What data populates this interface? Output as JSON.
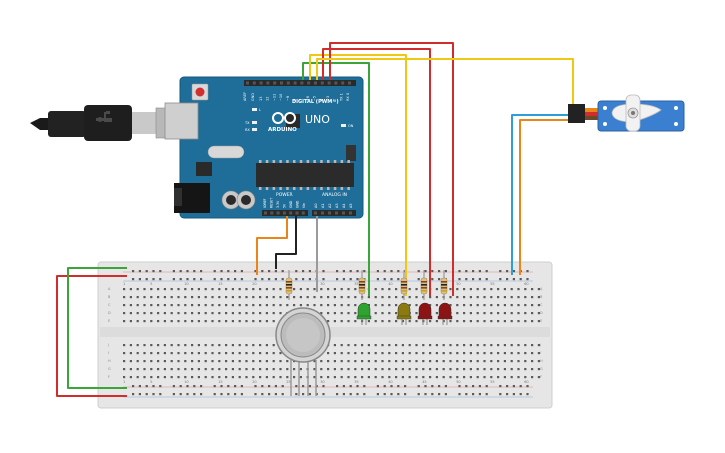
{
  "arduino": {
    "logo_text": "ARDUINO",
    "model_text": "UNO",
    "digital_label": "DIGITAL (PWM~)",
    "power_label": "POWER",
    "analog_label": "ANALOG IN",
    "on_label": "ON",
    "led_l_label": "L",
    "tx_label": "TX",
    "rx_label": "RX",
    "aref_label": "AREF",
    "gnd_label": "GND",
    "digital_pins": [
      "13",
      "12",
      "~11",
      "~10",
      "~9",
      "8",
      "7",
      "~6",
      "~5",
      "4",
      "~3",
      "2",
      "TX 1",
      "RX 0"
    ],
    "power_pins": [
      "IOREF",
      "RESET",
      "3.3V",
      "5V",
      "GND",
      "GND",
      "Vin"
    ],
    "analog_pins": [
      "A0",
      "A1",
      "A2",
      "A3",
      "A4",
      "A5"
    ]
  },
  "breadboard": {
    "column_numbers": [
      "1",
      "5",
      "10",
      "15",
      "20",
      "25",
      "30",
      "35",
      "40",
      "45",
      "50",
      "55",
      "60"
    ],
    "rows_top": [
      "A",
      "B",
      "C",
      "D",
      "E"
    ],
    "rows_bottom": [
      "F",
      "G",
      "H",
      "I",
      "J"
    ]
  },
  "components": {
    "leds": [
      {
        "name": "green",
        "color": "#2fa32f"
      },
      {
        "name": "yellow",
        "color": "#8a7a10"
      },
      {
        "name": "red-1",
        "color": "#8e1414"
      },
      {
        "name": "red-2",
        "color": "#8e1414"
      }
    ]
  },
  "colors": {
    "arduino_board": "#1e6e99",
    "breadboard": "#e6e6e6",
    "wire_red": "#d22d2d",
    "wire_green": "#3aa53a",
    "wire_yellow": "#f0c814",
    "wire_orange": "#e8861a",
    "wire_blue": "#2e9ed6",
    "wire_black": "#222222",
    "wire_gray": "#9a9a9a",
    "servo_body": "#3a7fd0"
  }
}
